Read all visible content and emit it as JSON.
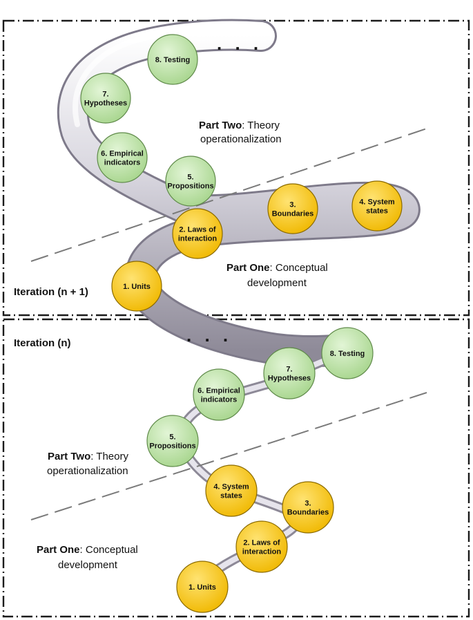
{
  "iterations": [
    {
      "label": "Iteration (n + 1)",
      "part_two_bold": "Part Two",
      "part_two_rest": ": Theory",
      "part_two_line2": "operationalization",
      "part_one_bold": "Part One",
      "part_one_rest": ": Conceptual",
      "part_one_line2": "development",
      "ellipsis": ". . .",
      "nodes": [
        {
          "lines": [
            "1. Units"
          ],
          "kind": "conceptual"
        },
        {
          "lines": [
            "2. Laws of",
            "interaction"
          ],
          "kind": "conceptual"
        },
        {
          "lines": [
            "3.",
            "Boundaries"
          ],
          "kind": "conceptual"
        },
        {
          "lines": [
            "4. System",
            "states"
          ],
          "kind": "conceptual"
        },
        {
          "lines": [
            "5.",
            "Propositions"
          ],
          "kind": "operational"
        },
        {
          "lines": [
            "6. Empirical",
            "indicators"
          ],
          "kind": "operational"
        },
        {
          "lines": [
            "7.",
            "Hypotheses"
          ],
          "kind": "operational"
        },
        {
          "lines": [
            "8. Testing"
          ],
          "kind": "operational"
        }
      ]
    },
    {
      "label": "Iteration (n)",
      "part_two_bold": "Part Two",
      "part_two_rest": ": Theory",
      "part_two_line2": "operationalization",
      "part_one_bold": "Part One",
      "part_one_rest": ": Conceptual",
      "part_one_line2": "development",
      "ellipsis": ". . .",
      "nodes": [
        {
          "lines": [
            "1. Units"
          ],
          "kind": "conceptual"
        },
        {
          "lines": [
            "2. Laws of",
            "interaction"
          ],
          "kind": "conceptual"
        },
        {
          "lines": [
            "3.",
            "Boundaries"
          ],
          "kind": "conceptual"
        },
        {
          "lines": [
            "4. System",
            "states"
          ],
          "kind": "conceptual"
        },
        {
          "lines": [
            "5.",
            "Propositions"
          ],
          "kind": "operational"
        },
        {
          "lines": [
            "6. Empirical",
            "indicators"
          ],
          "kind": "operational"
        },
        {
          "lines": [
            "7.",
            "Hypotheses"
          ],
          "kind": "operational"
        },
        {
          "lines": [
            "8. Testing"
          ],
          "kind": "operational"
        }
      ]
    }
  ],
  "colors": {
    "conceptual_fill": "#f5c518",
    "conceptual_stroke": "#8a6a00",
    "operational_fill": "#bfe3a8",
    "operational_stroke": "#5f8a4a",
    "tube": "#b9b6c2"
  }
}
